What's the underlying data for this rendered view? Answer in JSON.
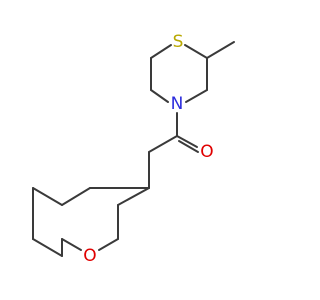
{
  "molecule": {
    "atoms": [
      {
        "symbol": "S",
        "color": "#b8a800"
      },
      {
        "symbol": "N",
        "color": "#2c2cdd"
      },
      {
        "symbol": "O",
        "color": "#e00000"
      },
      {
        "symbol": "O",
        "color": "#e00000"
      }
    ]
  }
}
